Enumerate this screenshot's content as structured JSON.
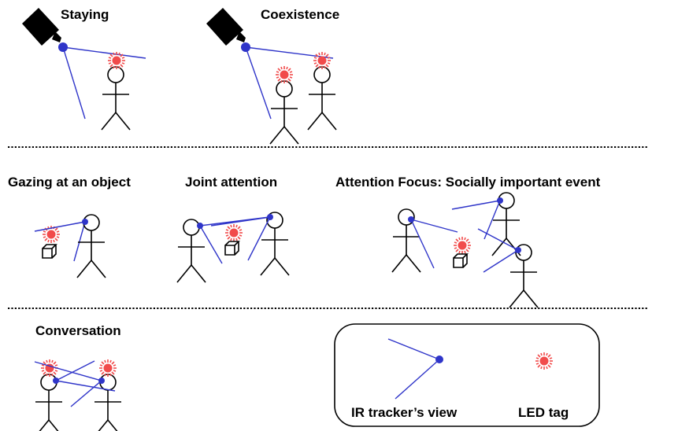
{
  "labels": {
    "staying": "Staying",
    "coexistence": "Coexistence",
    "gazing": "Gazing at an object",
    "joint_attention": "Joint attention",
    "attention_focus": "Attention Focus: Socially important event",
    "conversation": "Conversation",
    "legend_tracker": "IR tracker’s view",
    "legend_led": "LED tag"
  },
  "colors": {
    "tracker_blue": "#2f35c9",
    "led_red": "#f14b4b",
    "figure_black": "#000000"
  },
  "icons": [
    "camera-icon",
    "stick-figure-icon",
    "led-tag-icon",
    "box-object-icon",
    "ir-tracker-view-icon"
  ]
}
